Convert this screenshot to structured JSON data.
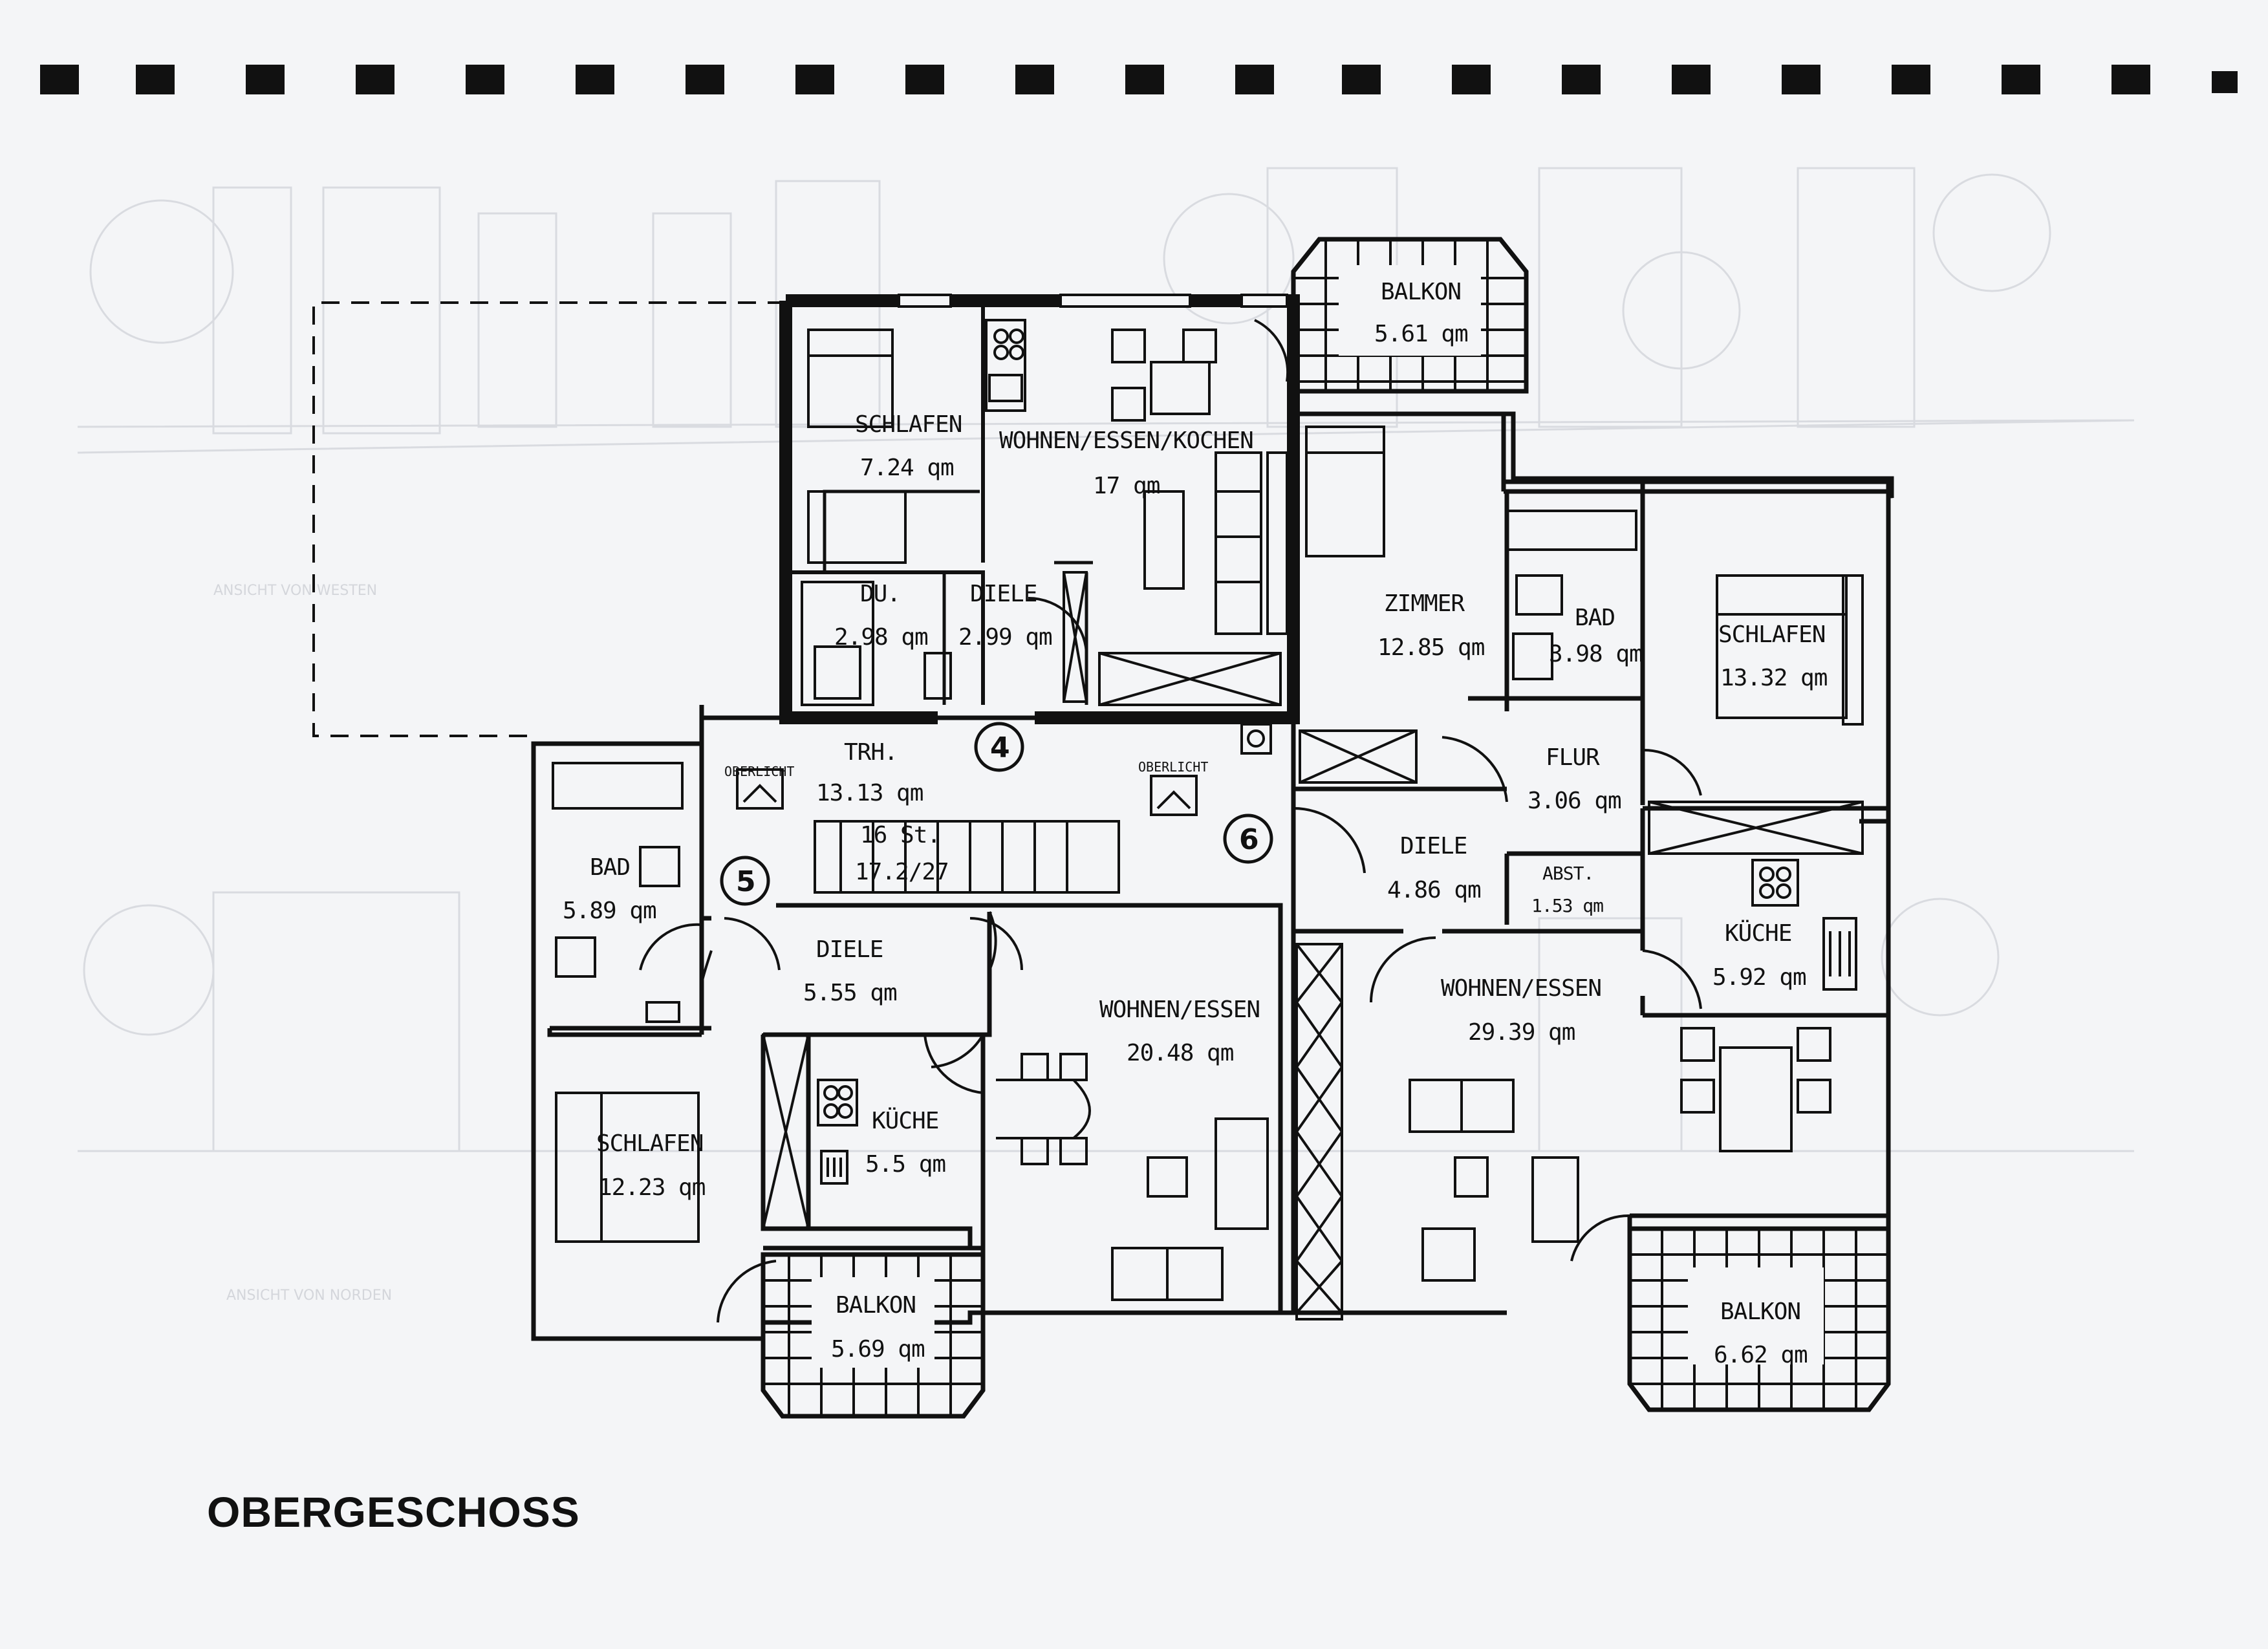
{
  "title": "OBERGESCHOSS",
  "rooms": [
    {
      "id": "balkon-top",
      "name": "BALKON",
      "area": "5.61 qm"
    },
    {
      "id": "schlafen-a",
      "name": "SCHLAFEN",
      "area": "7.24 qm"
    },
    {
      "id": "wohnen-a",
      "name": "WOHNEN/ESSEN/KOCHEN",
      "area": "17 qm"
    },
    {
      "id": "du-a",
      "name": "DU.",
      "area": "2.98 qm"
    },
    {
      "id": "diele-a",
      "name": "DIELE",
      "area": "2.99 qm"
    },
    {
      "id": "zimmer",
      "name": "ZIMMER",
      "area": "12.85 qm"
    },
    {
      "id": "bad-right",
      "name": "BAD",
      "area": "3.98 qm"
    },
    {
      "id": "schlafen-right",
      "name": "SCHLAFEN",
      "area": "13.32 qm"
    },
    {
      "id": "trh",
      "name": "TRH.",
      "area": "13.13 qm"
    },
    {
      "id": "flur",
      "name": "FLUR",
      "area": "3.06 qm"
    },
    {
      "id": "diele-c",
      "name": "DIELE",
      "area": "4.86 qm"
    },
    {
      "id": "abst",
      "name": "ABST.",
      "area": "1.53 qm"
    },
    {
      "id": "bad-left",
      "name": "BAD",
      "area": "5.89 qm"
    },
    {
      "id": "diele-b",
      "name": "DIELE",
      "area": "5.55 qm"
    },
    {
      "id": "wohnen-b",
      "name": "WOHNEN/ESSEN",
      "area": "20.48 qm"
    },
    {
      "id": "kueche-c",
      "name": "KÜCHE",
      "area": "5.92 qm"
    },
    {
      "id": "wohnen-c",
      "name": "WOHNEN/ESSEN",
      "area": "29.39 qm"
    },
    {
      "id": "schlafen-left",
      "name": "SCHLAFEN",
      "area": "12.23 qm"
    },
    {
      "id": "kueche-b",
      "name": "KÜCHE",
      "area": "5.5 qm"
    },
    {
      "id": "balkon-b",
      "name": "BALKON",
      "area": "5.69 qm"
    },
    {
      "id": "balkon-c",
      "name": "BALKON",
      "area": "6.62 qm"
    }
  ],
  "stair": {
    "steps": "16 St.",
    "ratio": "17.2/27"
  },
  "skylight": "OBERLICHT",
  "unit_numbers": [
    "4",
    "5",
    "6"
  ],
  "faint_labels": [
    "ANSICHT VON WESTEN",
    "ANSICHT VON NORDEN"
  ]
}
